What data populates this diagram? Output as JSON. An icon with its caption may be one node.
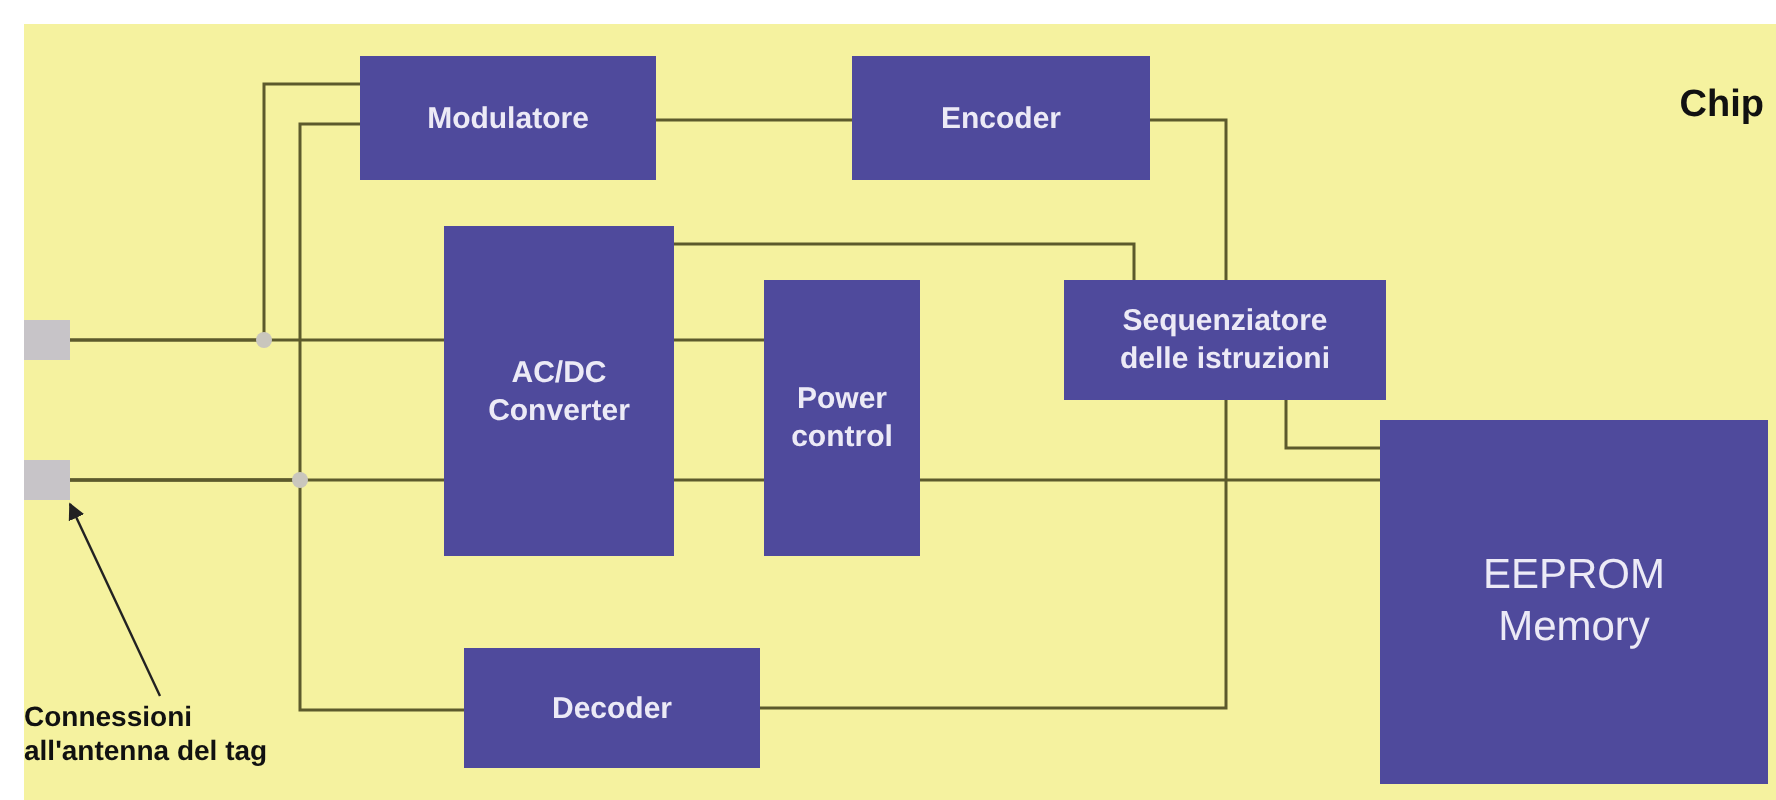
{
  "diagram": {
    "nodes": [
      {
        "text": [
          "Chip"
        ]
      },
      {
        "text": [],
        "shape": "box",
        "in": 0
      },
      {
        "text": [],
        "shape": "box",
        "in": 0
      },
      {
        "text": [
          "Modulatore"
        ],
        "in": 0
      },
      {
        "text": [
          "Encoder"
        ],
        "in": 0
      },
      {
        "text": [
          "AC/DC Converter"
        ],
        "in": 0
      },
      {
        "text": [
          "Power control"
        ],
        "in": 0
      },
      {
        "text": [
          "Sequenziatore delle istruzioni"
        ],
        "in": 0
      },
      {
        "text": [
          "EEPROM Memory"
        ],
        "in": 0
      },
      {
        "text": [
          "Decoder"
        ],
        "in": 0
      },
      {
        "text": [
          "Connessioni all'antenna del tag"
        ],
        "in": 0
      }
    ],
    "edges": [
      {
        "from": 1,
        "to": 5,
        "arrow": "none"
      },
      {
        "from": 1,
        "to": 3,
        "arrow": "none"
      },
      {
        "from": 2,
        "to": 5,
        "arrow": "none"
      },
      {
        "from": 2,
        "to": 3,
        "arrow": "none"
      },
      {
        "from": 2,
        "to": 9,
        "arrow": "none"
      },
      {
        "from": 5,
        "to": 6,
        "arrow": "none"
      },
      {
        "from": 5,
        "to": 6,
        "arrow": "none"
      },
      {
        "from": 6,
        "to": 8,
        "arrow": "none"
      },
      {
        "from": 3,
        "to": 4,
        "arrow": "none"
      },
      {
        "from": 4,
        "to": 7,
        "arrow": "none"
      },
      {
        "from": 7,
        "to": 9,
        "arrow": "none"
      },
      {
        "from": 5,
        "to": 7,
        "arrow": "none"
      },
      {
        "from": 7,
        "to": 8,
        "arrow": "none"
      },
      {
        "from": 10,
        "to": 2,
        "arrow": "to"
      }
    ]
  }
}
